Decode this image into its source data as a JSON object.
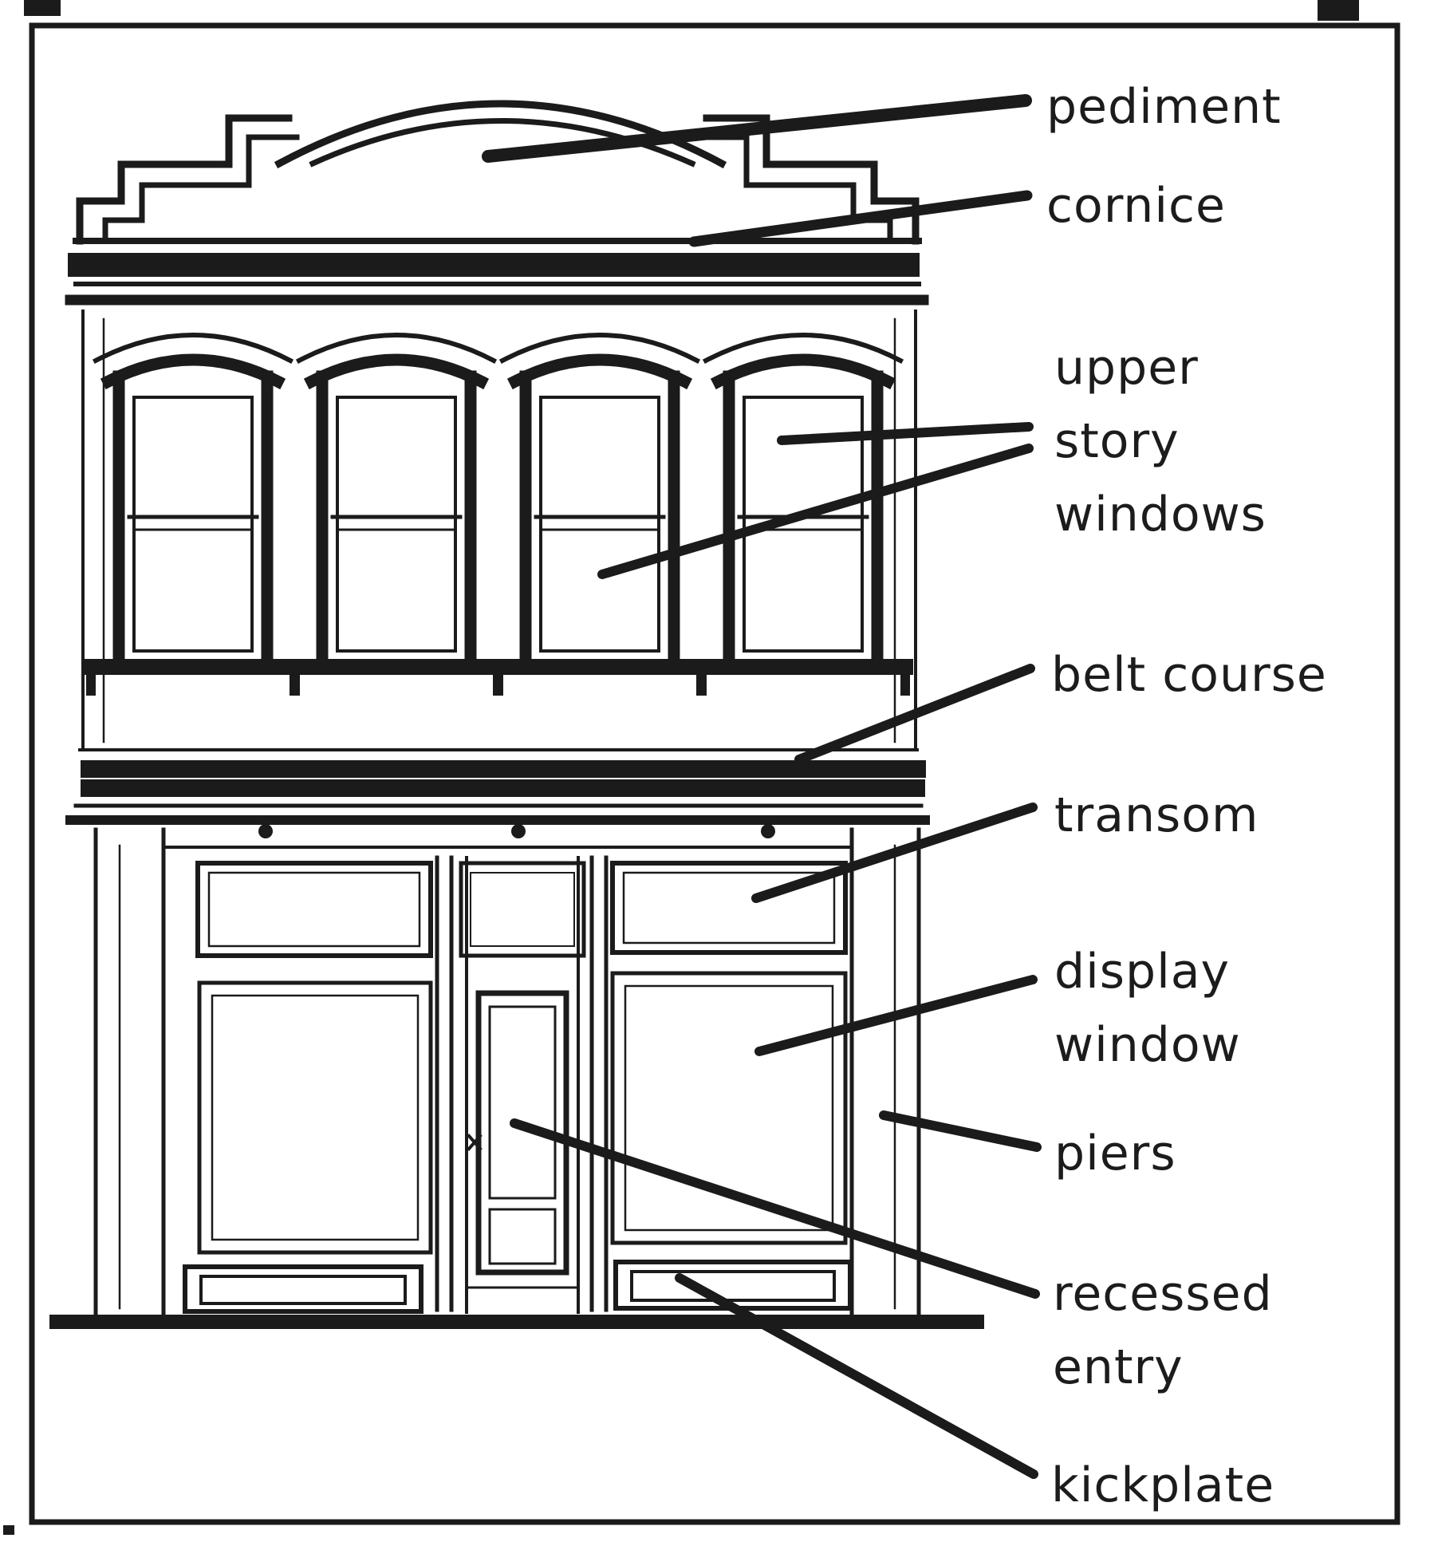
{
  "diagram": {
    "type": "architectural-elevation",
    "subject": "two-story commercial storefront facade with labeled parts",
    "ink_color": "#1b1b1b",
    "background_color": "#ffffff"
  },
  "labels": {
    "pediment": {
      "lines": [
        "pediment"
      ]
    },
    "cornice": {
      "lines": [
        "cornice"
      ]
    },
    "upper_story_windows": {
      "lines": [
        "upper",
        "story",
        "windows"
      ]
    },
    "belt_course": {
      "lines": [
        "belt course"
      ]
    },
    "transom": {
      "lines": [
        "transom"
      ]
    },
    "display_window": {
      "lines": [
        "display",
        "window"
      ]
    },
    "piers": {
      "lines": [
        "piers"
      ]
    },
    "recessed_entry": {
      "lines": [
        "recessed",
        "entry"
      ]
    },
    "kickplate": {
      "lines": [
        "kickplate"
      ]
    }
  }
}
